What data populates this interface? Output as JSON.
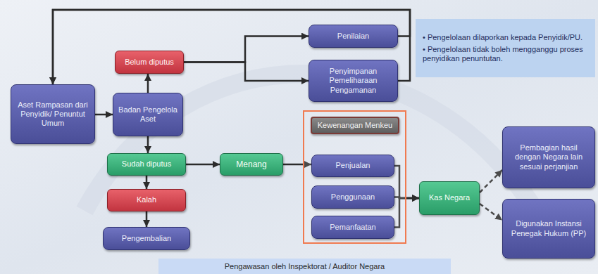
{
  "diagram": {
    "nodes": [
      {
        "text": [
          "Aset Rampasan dari Penyidik/ Penuntut Umum"
        ]
      },
      {
        "text": [
          "Badan Pengelola Aset"
        ]
      },
      {
        "text": [
          "Belum diputus"
        ]
      },
      {
        "text": [
          "Sudah diputus"
        ]
      },
      {
        "text": [
          "Kalah"
        ]
      },
      {
        "text": [
          "Pengembalian"
        ]
      },
      {
        "text": [
          "Menang"
        ]
      },
      {
        "text": [
          "Penilaian"
        ]
      },
      {
        "text": [
          "Penyimpanan Pemeliharaan Pengamanan"
        ]
      },
      {
        "text": [
          "• Pengelolaan dilaporkan kepada Penyidik/PU.",
          "• Pengelolaan tidak boleh mengganggu proses penyidikan penuntutan."
        ]
      },
      {
        "text": [
          "Kewenangan Menkeu"
        ]
      },
      {
        "text": [
          "Penjualan"
        ],
        "in": 10
      },
      {
        "text": [
          "Penggunaan"
        ],
        "in": 10
      },
      {
        "text": [
          "Pemanfaatan"
        ],
        "in": 10
      },
      {
        "text": [
          "Kas Negara"
        ]
      },
      {
        "text": [
          "Pembagian hasil dengan Negara lain sesuai perjanjian"
        ]
      },
      {
        "text": [
          "Digunakan Instansi Penegak Hukum (PP)"
        ]
      },
      {
        "text": [
          "Pengawasan oleh Inspektorat / Auditor Negara"
        ]
      }
    ],
    "edges": [
      {
        "from": 0,
        "to": 1,
        "arrow": "to"
      },
      {
        "from": 1,
        "to": 2,
        "arrow": "to"
      },
      {
        "from": 1,
        "to": 3,
        "arrow": "to"
      },
      {
        "from": 2,
        "to": 7,
        "arrow": "to"
      },
      {
        "from": 2,
        "to": 8,
        "arrow": "to"
      },
      {
        "from": 3,
        "to": 4,
        "arrow": "to"
      },
      {
        "from": 4,
        "to": 5,
        "arrow": "to"
      },
      {
        "from": 3,
        "to": 6,
        "arrow": "to"
      },
      {
        "from": 6,
        "to": 11,
        "arrow": "to"
      },
      {
        "from": 11,
        "to": 14,
        "arrow": "to"
      },
      {
        "from": 12,
        "to": 14,
        "arrow": "to"
      },
      {
        "from": 13,
        "to": 14,
        "arrow": "to"
      },
      {
        "from": 14,
        "to": 15,
        "arrow": "to"
      },
      {
        "from": 14,
        "to": 16,
        "arrow": "to"
      },
      {
        "from": 7,
        "to": 0,
        "arrow": "to"
      },
      {
        "from": 8,
        "to": 0,
        "arrow": "to"
      }
    ]
  }
}
